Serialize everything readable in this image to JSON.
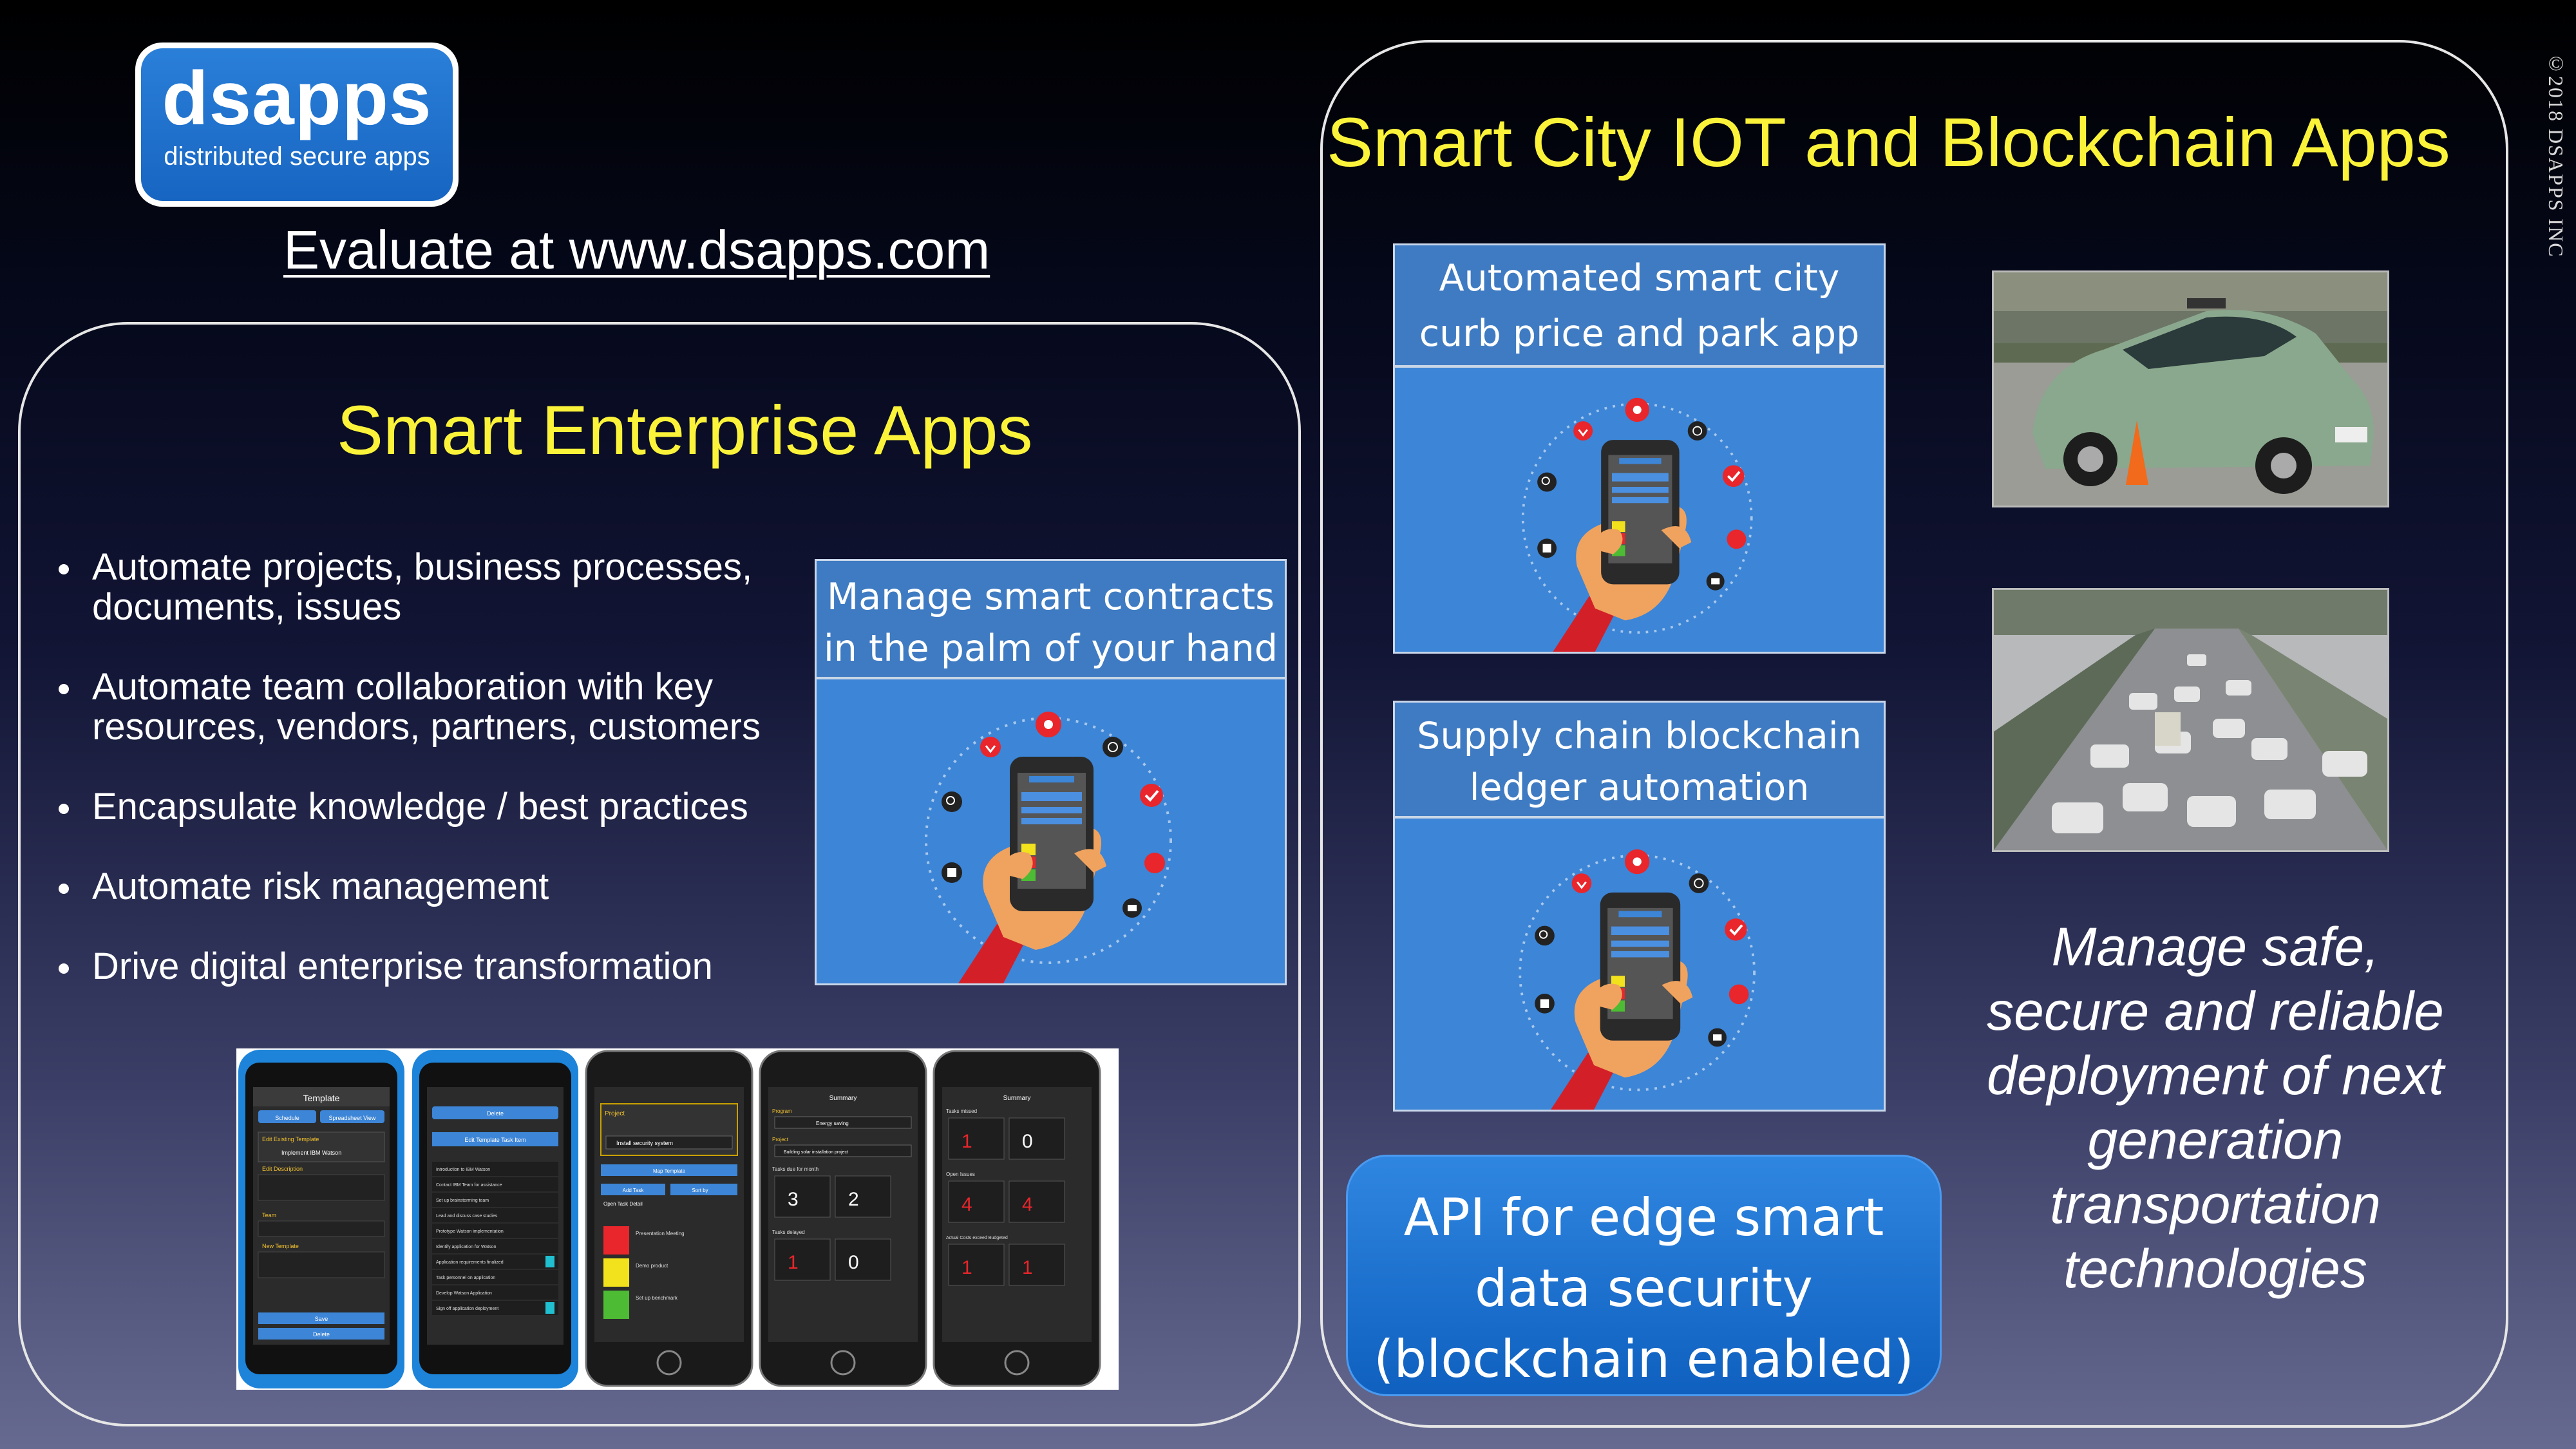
{
  "logo": {
    "brand": "dsapps",
    "tagline": "distributed secure apps"
  },
  "evaluate_link": "Evaluate at www.dsapps.com",
  "copyright": "©2018 DSAPPS INC",
  "left_panel": {
    "title": "Smart Enterprise Apps",
    "bullets": [
      "Automate projects, business processes, documents, issues",
      "Automate team collaboration with key resources, vendors, partners, customers",
      "Encapsulate knowledge / best practices",
      "Automate risk management",
      "Drive digital enterprise transformation"
    ],
    "card_title": "Manage smart contracts in the palm of your hand"
  },
  "right_panel": {
    "title": "Smart City IOT and Blockchain Apps",
    "card_curb_title": "Automated smart city curb price and park app",
    "card_supply_title": "Supply chain blockchain ledger automation",
    "api_box": "API for edge smart data security (blockchain enabled)",
    "tagline": "Manage safe, secure and reliable deployment of next generation transportation technologies"
  },
  "phones": [
    {
      "title": "Template",
      "tabs": [
        "Schedule",
        "Spreadsheet View"
      ],
      "items": [
        "Edit Existing Template",
        "Implement IBM Watson",
        "Edit Description",
        "Team",
        "New Template",
        "Save",
        "Delete"
      ]
    },
    {
      "title": "",
      "items": [
        "Delete",
        "Edit Template Task Item",
        "Introduction to IBM Watson",
        "Contact IBM Team for assistance",
        "Set up brainstorming team",
        "Lead and discuss case studies",
        "Prototype Watson implementation",
        "Identify application for Watson",
        "Application requirements finalized",
        "Task personnel on application",
        "Develop Watson Application",
        "Sign off application deployment"
      ]
    },
    {
      "title": "Project",
      "items": [
        "Install security system",
        "Map Template",
        "Add Task",
        "Sort by",
        "Open Task Detail",
        "Presentation Meeting",
        "Demo product",
        "Set up benchmark"
      ]
    },
    {
      "title": "Summary",
      "items": [
        "Program",
        "Energy saving",
        "Project",
        "Building solar installation project",
        "Tasks due for month",
        "Tasks delayed"
      ],
      "counts": [
        "3",
        "2",
        "1",
        "0"
      ]
    },
    {
      "title": "Summary",
      "items": [
        "Tasks missed",
        "Open Issues",
        "Actual Costs exceed Budgeted"
      ],
      "counts": [
        "1",
        "0",
        "4",
        "4",
        "1",
        "1"
      ]
    }
  ],
  "colors": {
    "accent_yellow": "#fbf33a",
    "card_blue": "#3d85d6",
    "logo_blue": "#1765c2"
  }
}
